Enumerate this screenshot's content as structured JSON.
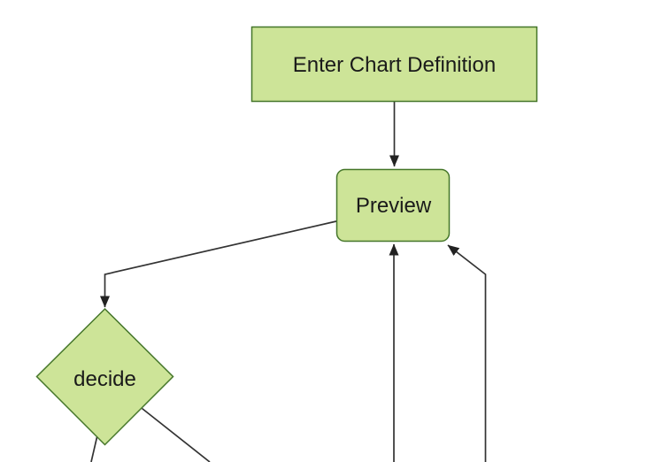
{
  "theme": {
    "background": "#ffffff",
    "node_fill": "#cde498",
    "node_stroke": "#45762a",
    "edge_color": "#333333",
    "arrow_fill": "#222222",
    "text_color": "#1a1a1a"
  },
  "diagram": {
    "type": "flowchart",
    "nodes": [
      {
        "id": "definition",
        "label": "Enter Chart Definition",
        "shape": "rectangle"
      },
      {
        "id": "preview",
        "label": "Preview",
        "shape": "rounded-rectangle"
      },
      {
        "id": "decide",
        "label": "decide",
        "shape": "diamond"
      }
    ],
    "edges": [
      {
        "from": "definition",
        "to": "preview",
        "arrowhead": true
      },
      {
        "from": "preview",
        "to": "decide",
        "arrowhead": true
      },
      {
        "from": "offscreen-bottom-center",
        "to": "preview",
        "arrowhead": true
      },
      {
        "from": "offscreen-bottom-right",
        "to": "preview",
        "arrowhead": true
      },
      {
        "from": "decide",
        "to": "offscreen-bottom-left",
        "arrowhead": false
      },
      {
        "from": "decide",
        "to": "offscreen-bottom-right",
        "arrowhead": false
      }
    ]
  }
}
